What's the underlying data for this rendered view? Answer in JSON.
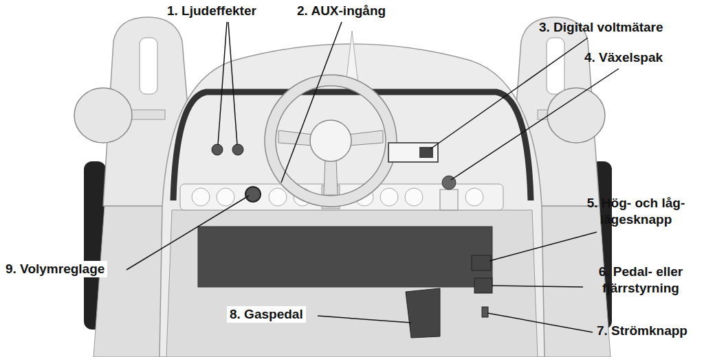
{
  "diagram": {
    "labels": [
      "1. Ljudeffekter",
      "2. AUX-ingång",
      "3. Digital voltmätare",
      "4. Växelspak",
      "5. Hög- och låg- lägesknapp",
      "6. Pedal- eller fjärrstyrning",
      "7. Strömknapp",
      "8. Gaspedal",
      "9. Volymreglage"
    ]
  }
}
